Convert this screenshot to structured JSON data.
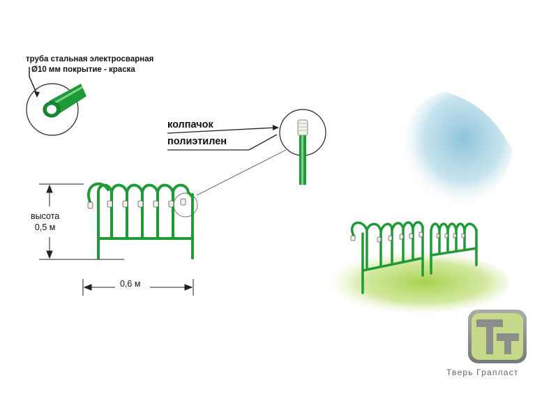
{
  "pipe_label": {
    "line1": "труба стальная электросварная",
    "line2": "Ø10 мм покрытие - краска"
  },
  "cap_label": {
    "line1": "колпачок",
    "line2": "полиэтилен"
  },
  "height_label": {
    "line1": "высота",
    "line2": "0,5 м"
  },
  "width_label": "0,6 м",
  "company_name": "Тверь Грапласт",
  "colors": {
    "fence_green": "#1e9a36",
    "fence_dark": "#136b25",
    "sky_blue": "#9ccce0",
    "grass_green": "#b9dc6a",
    "logo_outer": "#8a8f8c",
    "logo_inner": "#c4d98a"
  }
}
